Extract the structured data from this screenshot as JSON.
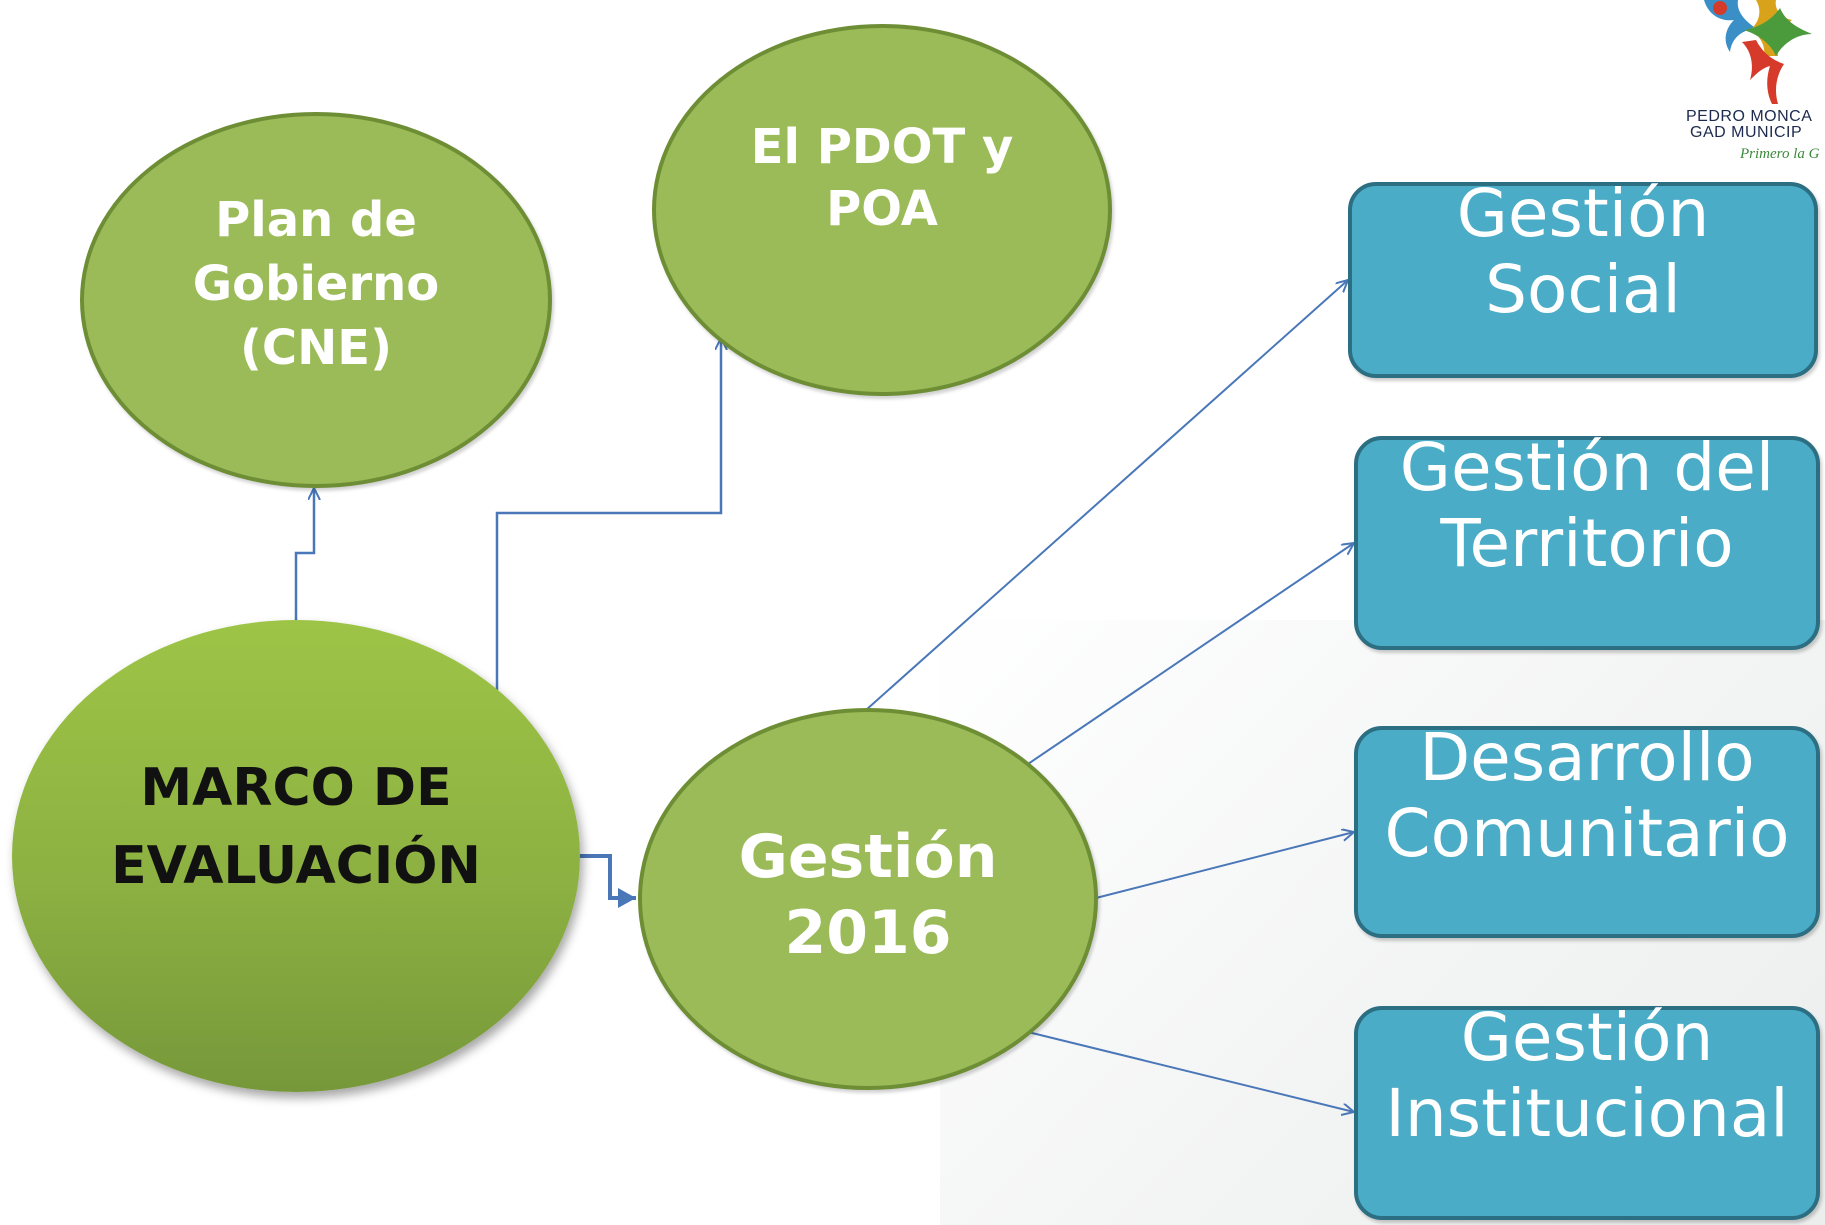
{
  "nodes": {
    "plan": "Plan de\nGobierno\n(CNE)",
    "pdot": "El PDOT y\nPOA",
    "marco": "MARCO DE\nEVALUACIÓN",
    "gestion": "Gestión\n2016"
  },
  "boxes": {
    "social": "Gestión\nSocial",
    "territorio": "Gestión del\nTerritorio",
    "desarrollo": "Desarrollo\nComunitario",
    "institucional": "Gestión\nInstitucional"
  },
  "logo": {
    "line1": "PEDRO MONCA",
    "line2": "GAD MUNICIP",
    "line3": "Primero la G"
  },
  "colors": {
    "ellipse_fill": "#9bbb59",
    "box_fill": "#4aacc6",
    "connector": "#4a77b8"
  }
}
